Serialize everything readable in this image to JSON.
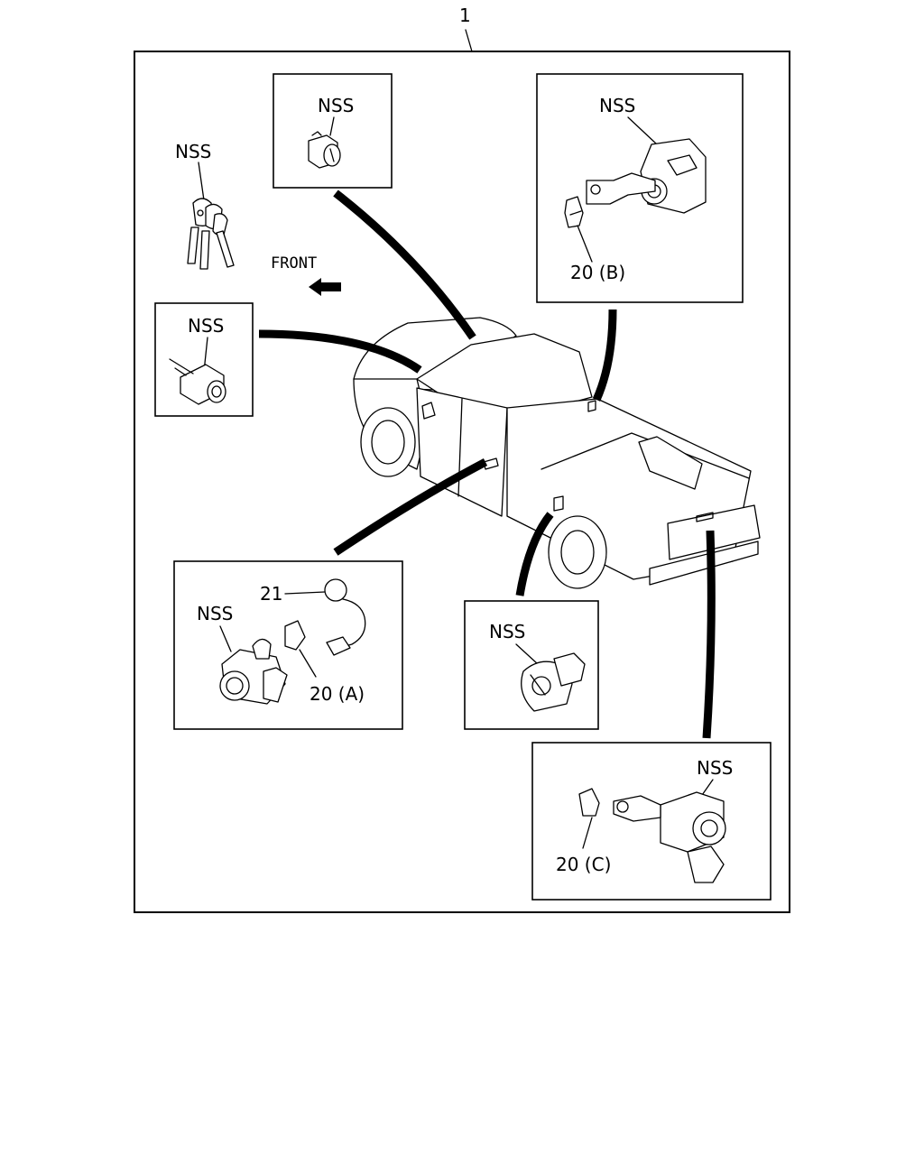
{
  "diagram": {
    "assembly_callout": "1",
    "front_label": "FRONT",
    "callouts": {
      "keys": "NSS",
      "tailgate_top": "NSS",
      "rear_door": "NSS",
      "ignition": "NSS",
      "front_door": "NSS",
      "front_door_wire": "21",
      "front_door_clip": "20 (A)",
      "fuel": "NSS",
      "tailgate": "NSS",
      "rear_door_clip": "20 (B)",
      "tailgate_clip": "20 (C)"
    }
  }
}
